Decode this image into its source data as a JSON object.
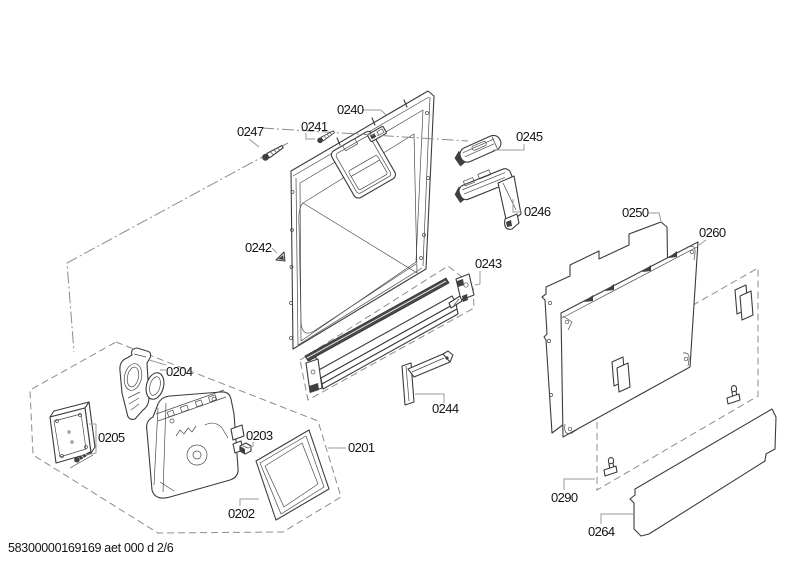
{
  "footer": "58300000169169 aet 000 d 2/6",
  "colors": {
    "line": "#3c3c3c",
    "boundary": "#8c8c8c",
    "leader": "#9a9a9a",
    "dark_fill": "#3f3f3f",
    "background": "#ffffff"
  },
  "labels": {
    "l0201": "0201",
    "l0202": "0202",
    "l0203": "0203",
    "l0204": "0204",
    "l0205": "0205",
    "l0240": "0240",
    "l0241": "0241",
    "l0242": "0242",
    "l0243": "0243",
    "l0244": "0244",
    "l0245": "0245",
    "l0246": "0246",
    "l0247": "0247",
    "l0250": "0250",
    "l0260": "0260",
    "l0264": "0264",
    "l0290": "0290"
  }
}
